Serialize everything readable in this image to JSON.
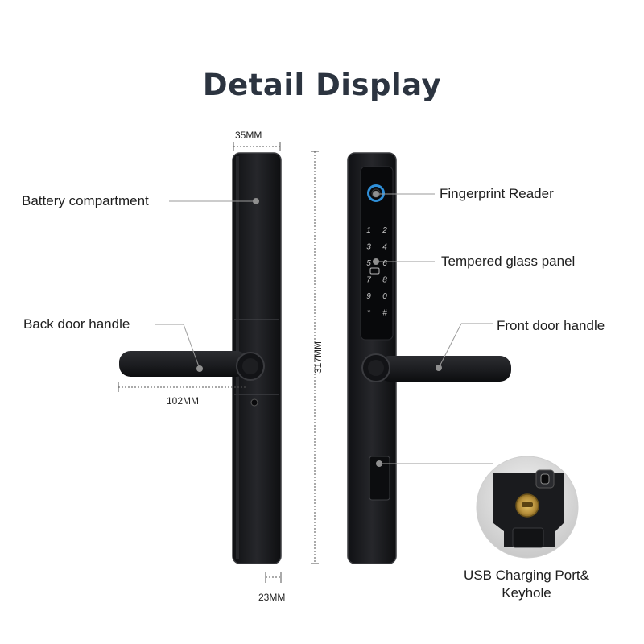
{
  "title": "Detail Display",
  "labels": {
    "battery": "Battery compartment",
    "back_handle": "Back door handle",
    "fingerprint": "Fingerprint Reader",
    "glass": "Tempered glass panel",
    "front_handle": "Front door handle",
    "usb_line1": "USB Charging Port&",
    "usb_line2": "Keyhole"
  },
  "dimensions": {
    "width_top": "35MM",
    "handle_length": "102MM",
    "height": "317MM",
    "depth": "23MM"
  },
  "keypad": [
    "1",
    "2",
    "3",
    "4",
    "5",
    "6",
    "7",
    "8",
    "9",
    "0",
    "*",
    "#"
  ],
  "colors": {
    "lock_body": "#1e1f22",
    "lock_edge": "#3a3b3f",
    "fingerprint_ring": "#2f8fd8",
    "title": "#2c3440",
    "leader": "#9a9a9a"
  }
}
